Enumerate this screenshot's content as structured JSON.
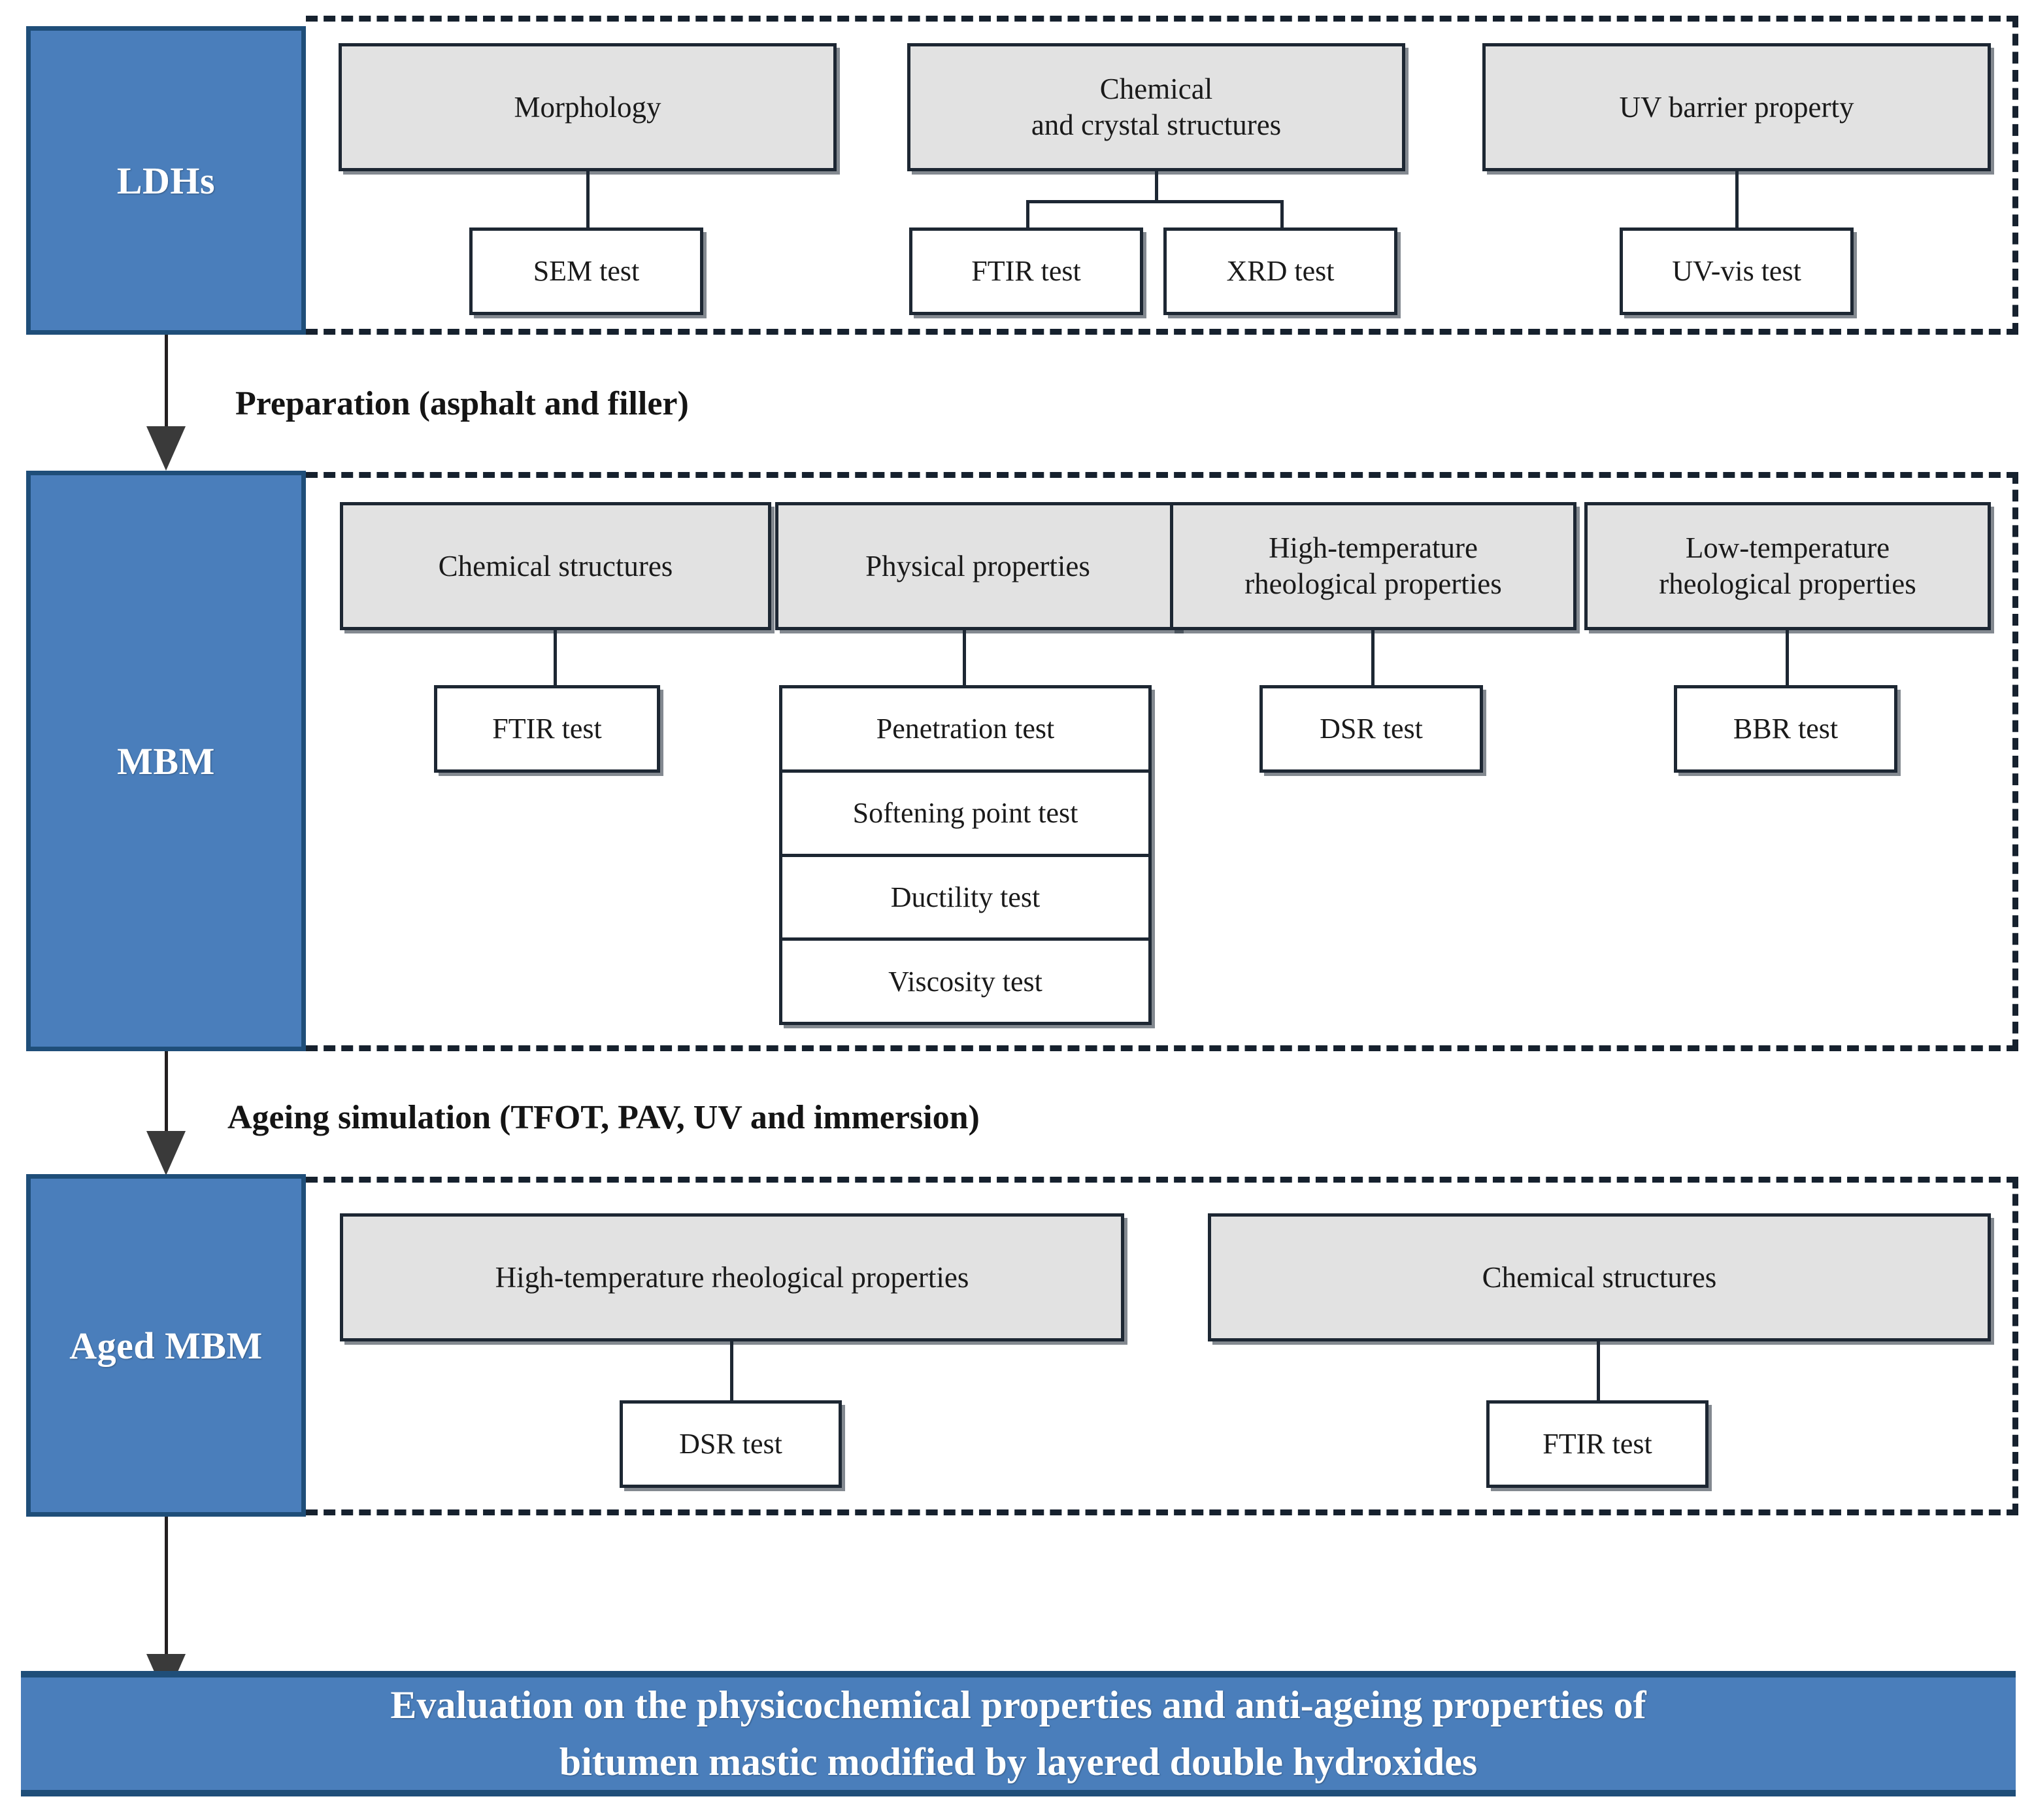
{
  "stages": [
    {
      "id": "ldhs",
      "label": "LDHs",
      "categories": [
        {
          "id": "morphology",
          "label": "Morphology",
          "tests": [
            "SEM test"
          ]
        },
        {
          "id": "chemical-crystal",
          "label": "Chemical\nand crystal structures",
          "tests": [
            "FTIR test",
            "XRD test"
          ]
        },
        {
          "id": "uv-barrier",
          "label": "UV barrier property",
          "tests": [
            "UV-vis test"
          ]
        }
      ]
    },
    {
      "id": "mbm",
      "label": "MBM",
      "categories": [
        {
          "id": "chemical-structures",
          "label": "Chemical structures",
          "tests": [
            "FTIR test"
          ]
        },
        {
          "id": "physical-properties",
          "label": "Physical properties",
          "tests": [
            "Penetration test",
            "Softening point test",
            "Ductility test",
            "Viscosity test"
          ]
        },
        {
          "id": "high-temp-rheo",
          "label": "High-temperature\nrheological properties",
          "tests": [
            "DSR test"
          ]
        },
        {
          "id": "low-temp-rheo",
          "label": "Low-temperature\nrheological properties",
          "tests": [
            "BBR test"
          ]
        }
      ]
    },
    {
      "id": "aged-mbm",
      "label": "Aged MBM",
      "categories": [
        {
          "id": "aged-high-temp-rheo",
          "label": "High-temperature rheological properties",
          "tests": [
            "DSR test"
          ]
        },
        {
          "id": "aged-chemical-structures",
          "label": "Chemical  structures",
          "tests": [
            "FTIR test"
          ]
        }
      ]
    }
  ],
  "flow_labels": {
    "preparation": "Preparation (asphalt and filler)",
    "ageing": "Ageing simulation (TFOT, PAV, UV and immersion)"
  },
  "conclusion": {
    "line1": "Evaluation on the physicochemical properties and anti-ageing properties of",
    "line2": "bitumen mastic modified by layered double hydroxides"
  },
  "colors": {
    "stage_fill": "#4a7ebb",
    "stage_border": "#1f4e79",
    "category_fill": "#e2e2e2",
    "box_border": "#1d2733",
    "test_fill": "#ffffff",
    "line": "#1d2733",
    "dashed_border": "#16212e"
  },
  "labels": {
    "ldhs_box": "LDHs",
    "mbm_box": "MBM",
    "aged_mbm_box": "Aged MBM",
    "cat_morphology": "Morphology",
    "cat_chemical_crystal_l1": "Chemical",
    "cat_chemical_crystal_l2": "and crystal structures",
    "cat_uv_barrier": "UV barrier property",
    "cat_chemical_structures": "Chemical structures",
    "cat_physical_properties": "Physical properties",
    "cat_high_temp_l1": "High-temperature",
    "cat_high_temp_l2": "rheological properties",
    "cat_low_temp_l1": "Low-temperature",
    "cat_low_temp_l2": "rheological properties",
    "cat_aged_high_temp": "High-temperature rheological properties",
    "cat_aged_chemical": "Chemical  structures",
    "test_sem": "SEM test",
    "test_ftir_ldh": "FTIR test",
    "test_xrd": "XRD test",
    "test_uvvis": "UV-vis test",
    "test_ftir_mbm": "FTIR test",
    "test_penetration": "Penetration test",
    "test_softening": "Softening point test",
    "test_ductility": "Ductility test",
    "test_viscosity": "Viscosity test",
    "test_dsr_mbm": "DSR test",
    "test_bbr": "BBR test",
    "test_dsr_aged": "DSR test",
    "test_ftir_aged": "FTIR test"
  }
}
